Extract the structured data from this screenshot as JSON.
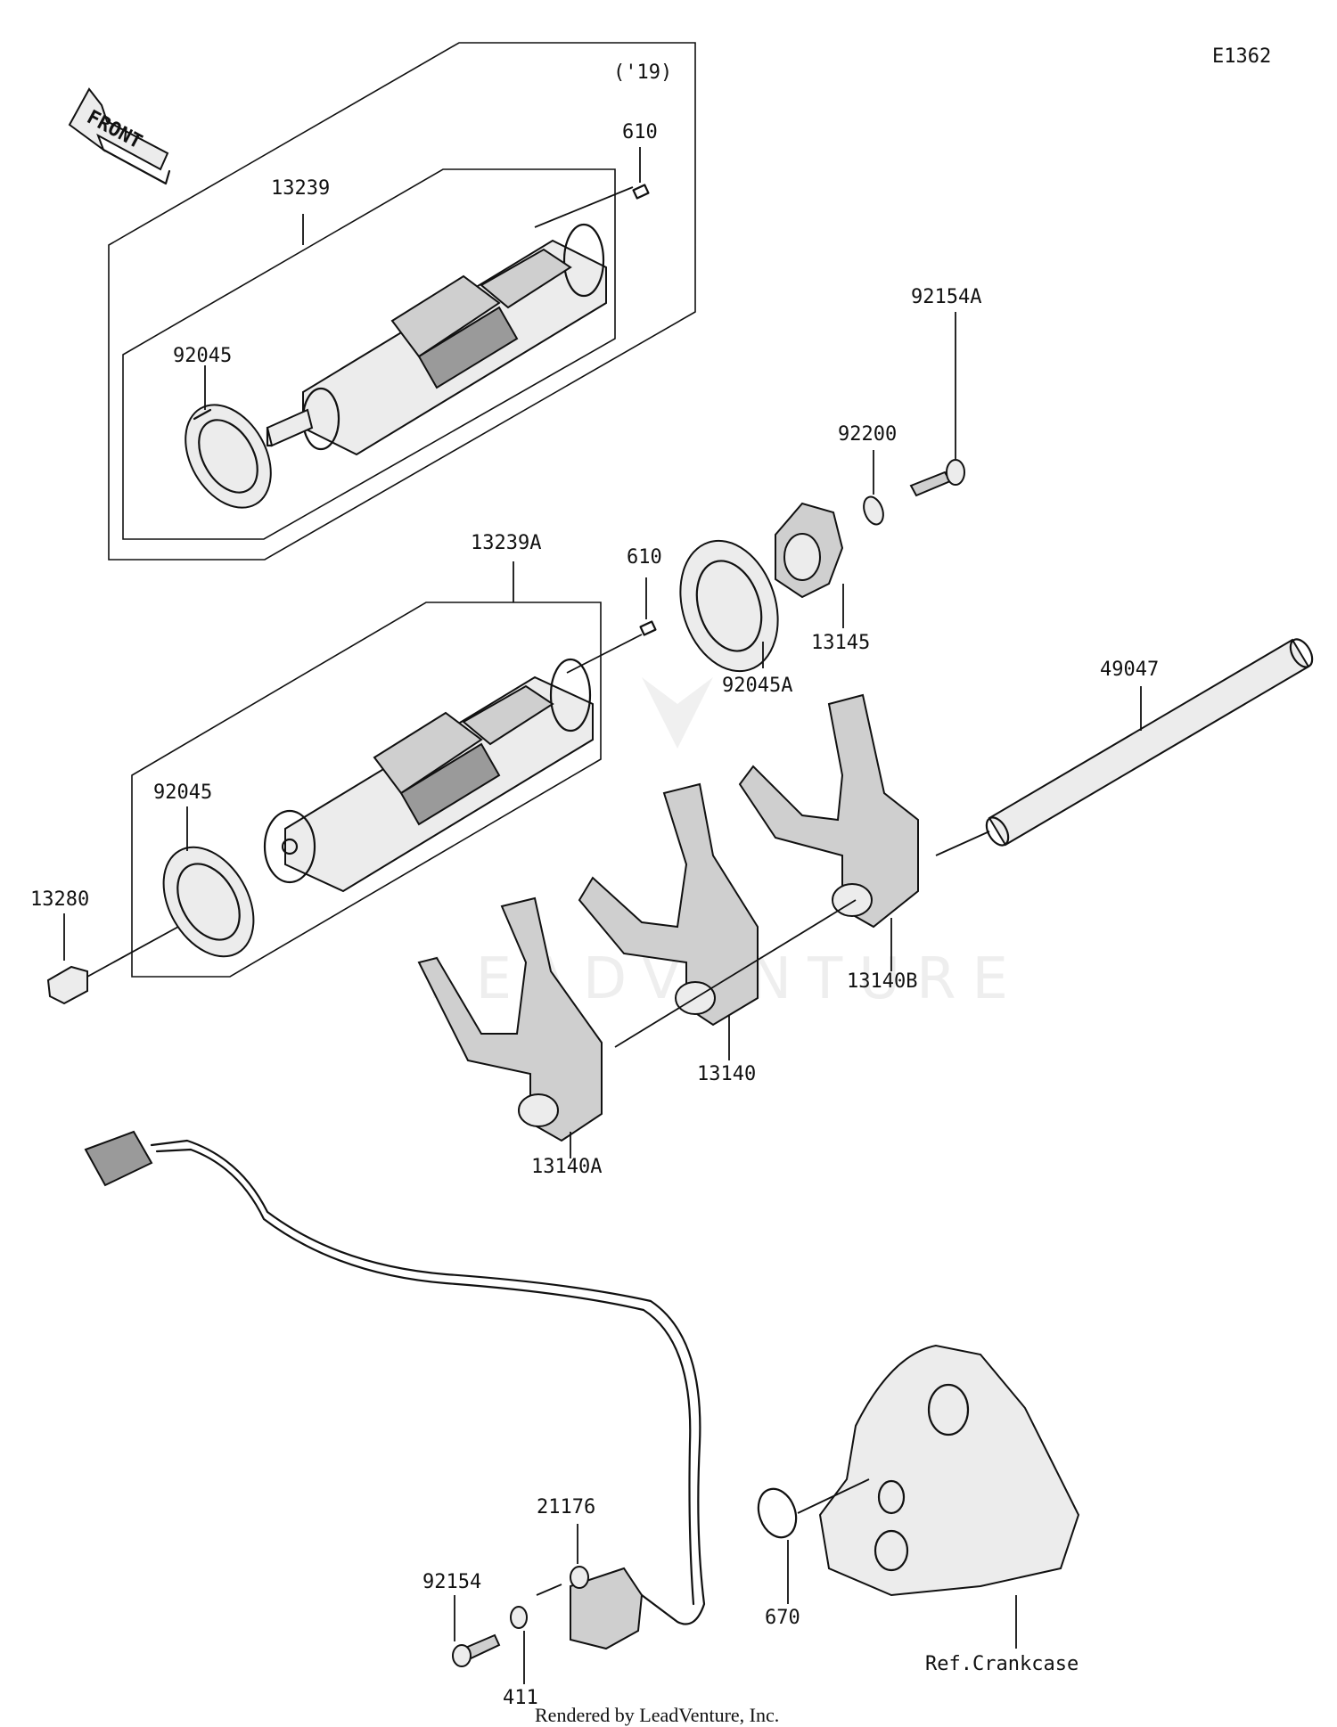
{
  "diagram_code": "E1362",
  "year_note": "('19)",
  "front_label": "FRONT",
  "watermark": "LEADVENTURE",
  "credit": "Rendered by LeadVenture, Inc.",
  "reference": "Ref.Crankcase",
  "parts": {
    "drum_19": "13239",
    "pin_top": "610",
    "bearing_top": "92045",
    "bolt_top": "92154A",
    "washer_top": "92200",
    "cam_plate": "13145",
    "drum_main": "13239A",
    "pin_mid": "610",
    "bearing_big": "92045A",
    "shaft": "49047",
    "bearing_mid": "92045",
    "pin_sensor": "13280",
    "fork_b": "13140B",
    "fork_mid": "13140",
    "fork_a": "13140A",
    "sensor": "21176",
    "bolt_bottom": "92154",
    "washer_bottom": "411",
    "oring": "670"
  },
  "colors": {
    "line": "#111111",
    "shade": "#cfcfcf",
    "background": "#ffffff"
  }
}
